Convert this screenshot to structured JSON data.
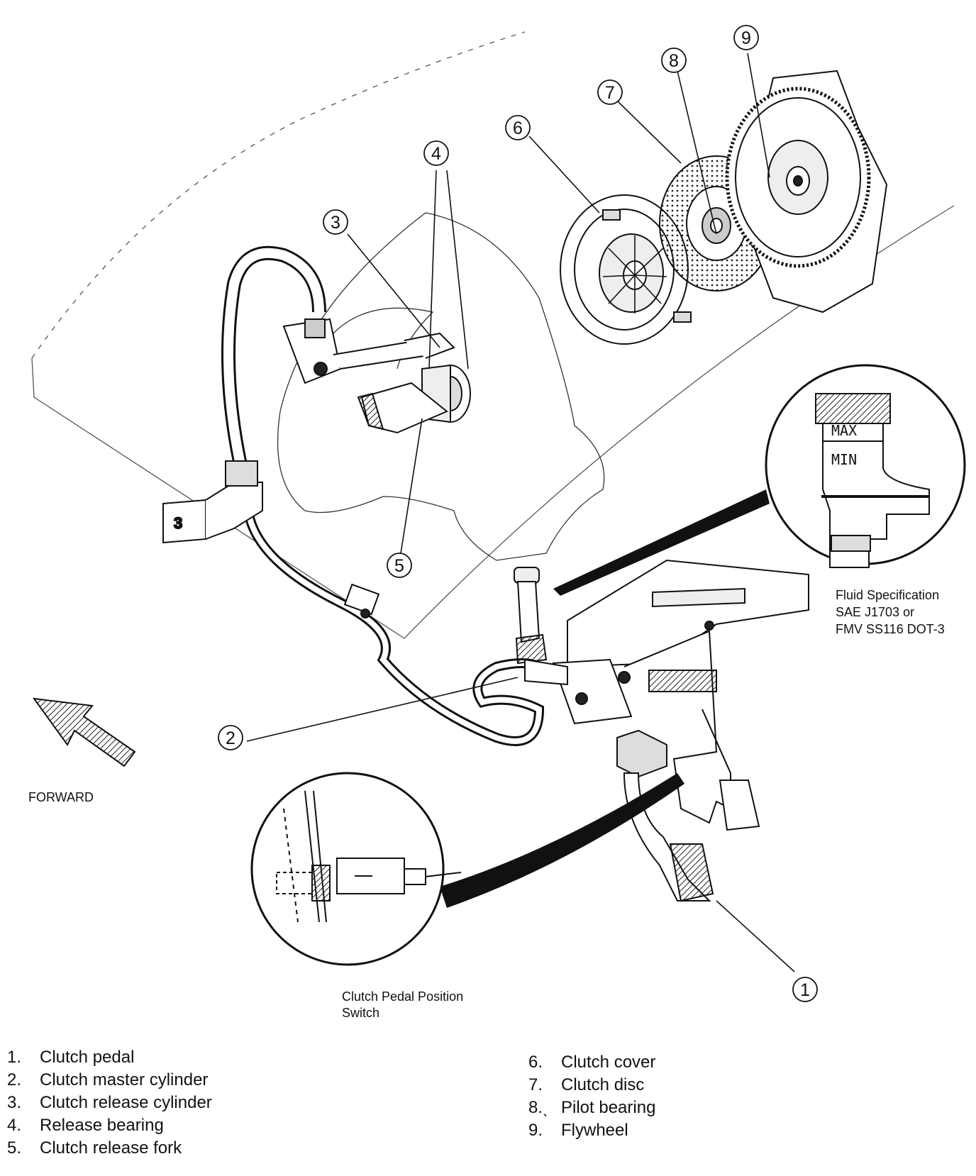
{
  "callouts": [
    "1",
    "2",
    "3",
    "4",
    "5",
    "6",
    "7",
    "8",
    "9"
  ],
  "reservoir_inset": {
    "max_label": "MAX",
    "min_label": "MIN",
    "spec_lines": [
      "Fluid Specification",
      "SAE J1703 or",
      "FMV SS116 DOT-3"
    ]
  },
  "switch_inset": {
    "caption_lines": [
      "Clutch Pedal Position",
      "Switch"
    ]
  },
  "bracket_mark": "3",
  "forward_label": "FORWARD",
  "legend_left": [
    {
      "num": "1.",
      "label": "Clutch pedal"
    },
    {
      "num": "2.",
      "label": "Clutch master cylinder"
    },
    {
      "num": "3.",
      "label": "Clutch release cylinder"
    },
    {
      "num": "4.",
      "label": "Release bearing"
    },
    {
      "num": "5.",
      "label": "Clutch release fork"
    }
  ],
  "legend_right": [
    {
      "num": "6.",
      "label": "Clutch cover"
    },
    {
      "num": "7.",
      "label": "Clutch disc"
    },
    {
      "num": "8.ˎ",
      "label": "Pilot bearing"
    },
    {
      "num": "9.",
      "label": "Flywheel"
    }
  ]
}
